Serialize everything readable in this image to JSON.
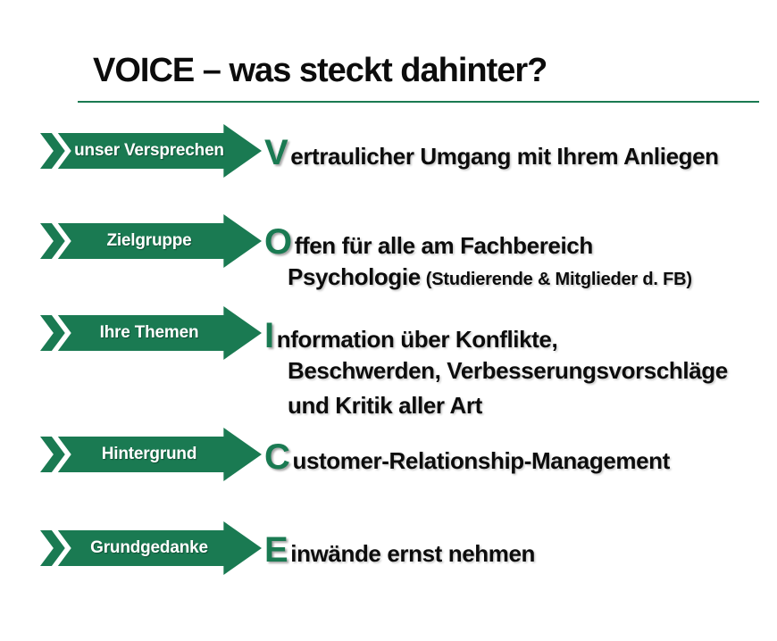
{
  "colors": {
    "arrow_green": "#1a7a52",
    "text_ink": "#0c0c0c",
    "label_white": "#ffffff"
  },
  "title": {
    "text": "VOICE – was steckt dahinter?"
  },
  "rows": [
    {
      "tag": "unser Versprechen",
      "letter": "V",
      "line1": "ertraulicher Umgang mit Ihrem Anliegen"
    },
    {
      "tag": "Zielgruppe",
      "letter": "O",
      "line1": "ffen für alle am Fachbereich",
      "line2": "Psychologie",
      "line2_note": "(Studierende & Mitglieder d. FB)"
    },
    {
      "tag": "Ihre Themen",
      "letter": "I",
      "line1": "nformation über Konflikte,",
      "line2": "Beschwerden, Verbesserungsvorschläge",
      "line3": "und Kritik aller Art"
    },
    {
      "tag": "Hintergrund",
      "letter": "C",
      "line1": "ustomer-Relationship-Management"
    },
    {
      "tag": "Grundgedanke",
      "letter": "E",
      "line1": "inwände ernst nehmen"
    }
  ]
}
